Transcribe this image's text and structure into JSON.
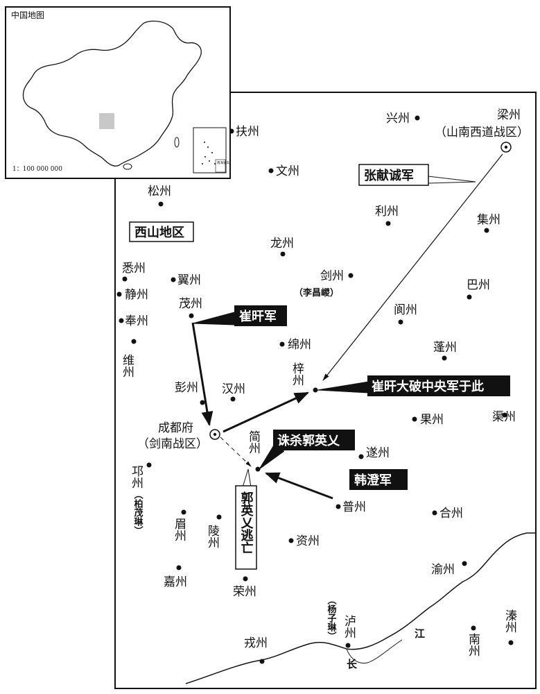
{
  "inset": {
    "title": "中国地图",
    "scale": "1：100 000 000",
    "south_sea_box": "南海诸岛"
  },
  "cities": {
    "fuzhou": "扶州",
    "xingzhou": "兴州",
    "liangzhou": "梁州",
    "liangzhou_sub": "（山南西道战区）",
    "wenzhou": "文州",
    "songzhou": "松州",
    "lizhou": "利州",
    "jizhou": "集州",
    "longzhou": "龙州",
    "xizhou": "悉州",
    "yizhou": "翼州",
    "jingzhou": "静州",
    "jianzhou": "剑州",
    "jianzhou_sub": "（李昌嵕）",
    "bazhou": "巴州",
    "maozhou": "茂州",
    "fengzhou": "奉州",
    "langzhou": "阆州",
    "weizhou": "维州",
    "mianzhou": "绵州",
    "pengzhou_east": "蓬州",
    "zizhou": "梓州",
    "pengzhou": "彭州",
    "hanzhou": "汉州",
    "guozhou": "果州",
    "quzhou": "渠州",
    "chengdu": "成都府",
    "chengdu_sub": "（剑南战区）",
    "jianzhou_south": "简州",
    "suizhou": "遂州",
    "qiongzhou": "邛州",
    "qiongzhou_sub": "（柏茂琳）",
    "puzhou": "普州",
    "meizhou": "眉州",
    "lingzhou": "陵州",
    "hezhou": "合州",
    "zizhou_south": "资州",
    "jiazhou": "嘉州",
    "rongzhou": "荣州",
    "yuzhou": "渝州",
    "luzhou": "泸州",
    "luzhou_sub": "（杨子琳）",
    "qinzhou": "溱州",
    "nanzhou": "南州",
    "rongzhou_south": "戎州"
  },
  "regions": {
    "xishan": "西山地区"
  },
  "callouts": {
    "zhang_army": "张献诚军",
    "cui_army": "崔旰军",
    "cui_victory": "崔旰大破中央军于此",
    "kill_guo": "诛杀郭英乂",
    "han_army": "韩澄军",
    "guo_flee": "郭英乂逃亡"
  },
  "river": {
    "chang": "长",
    "jiang": "江"
  }
}
